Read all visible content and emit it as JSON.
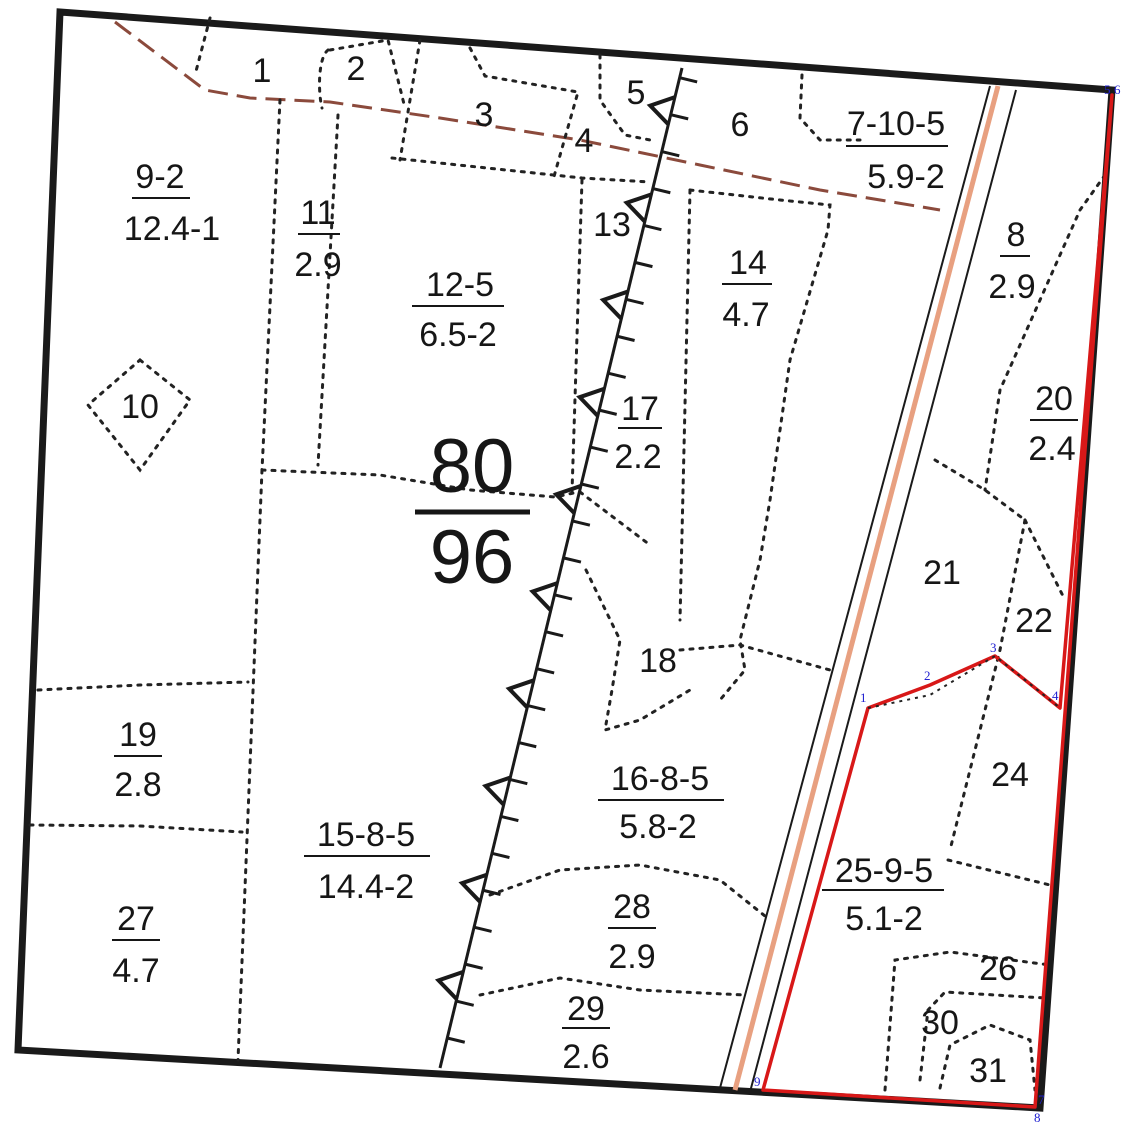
{
  "quarter": {
    "number": "80",
    "area": "96"
  },
  "plots": [
    {
      "id": "p1",
      "label": "1"
    },
    {
      "id": "p2",
      "label": "2"
    },
    {
      "id": "p3",
      "label": "3"
    },
    {
      "id": "p4",
      "label": "4"
    },
    {
      "id": "p5",
      "label": "5"
    },
    {
      "id": "p6",
      "label": "6"
    },
    {
      "id": "p7",
      "num": "7-10-5",
      "area": "5.9-2"
    },
    {
      "id": "p8",
      "num": "8",
      "area": "2.9"
    },
    {
      "id": "p9",
      "num": "9-2",
      "area": "12.4-1"
    },
    {
      "id": "p10",
      "label": "10"
    },
    {
      "id": "p11",
      "num": "11",
      "area": "2.9"
    },
    {
      "id": "p12",
      "num": "12-5",
      "area": "6.5-2"
    },
    {
      "id": "p13",
      "label": "13"
    },
    {
      "id": "p14",
      "num": "14",
      "area": "4.7"
    },
    {
      "id": "p15",
      "num": "15-8-5",
      "area": "14.4-2"
    },
    {
      "id": "p16",
      "num": "16-8-5",
      "area": "5.8-2"
    },
    {
      "id": "p17",
      "num": "17",
      "area": "2.2"
    },
    {
      "id": "p18",
      "label": "18"
    },
    {
      "id": "p19",
      "num": "19",
      "area": "2.8"
    },
    {
      "id": "p20",
      "num": "20",
      "area": "2.4"
    },
    {
      "id": "p21",
      "label": "21"
    },
    {
      "id": "p22",
      "label": "22"
    },
    {
      "id": "p24",
      "label": "24"
    },
    {
      "id": "p25",
      "num": "25-9-5",
      "area": "5.1-2"
    },
    {
      "id": "p26",
      "label": "26"
    },
    {
      "id": "p27",
      "num": "27",
      "area": "4.7"
    },
    {
      "id": "p28",
      "num": "28",
      "area": "2.9"
    },
    {
      "id": "p29",
      "num": "29",
      "area": "2.6"
    },
    {
      "id": "p30",
      "label": "30"
    },
    {
      "id": "p31",
      "label": "31"
    }
  ],
  "boundary_points": [
    "1",
    "2",
    "3",
    "4",
    "5",
    "6",
    "7",
    "8",
    "9"
  ],
  "colors": {
    "boundary": "#d81818",
    "point_label": "#2020d0",
    "trail": "#8b4a3c",
    "road": "#e8a080",
    "ink": "#161616"
  }
}
